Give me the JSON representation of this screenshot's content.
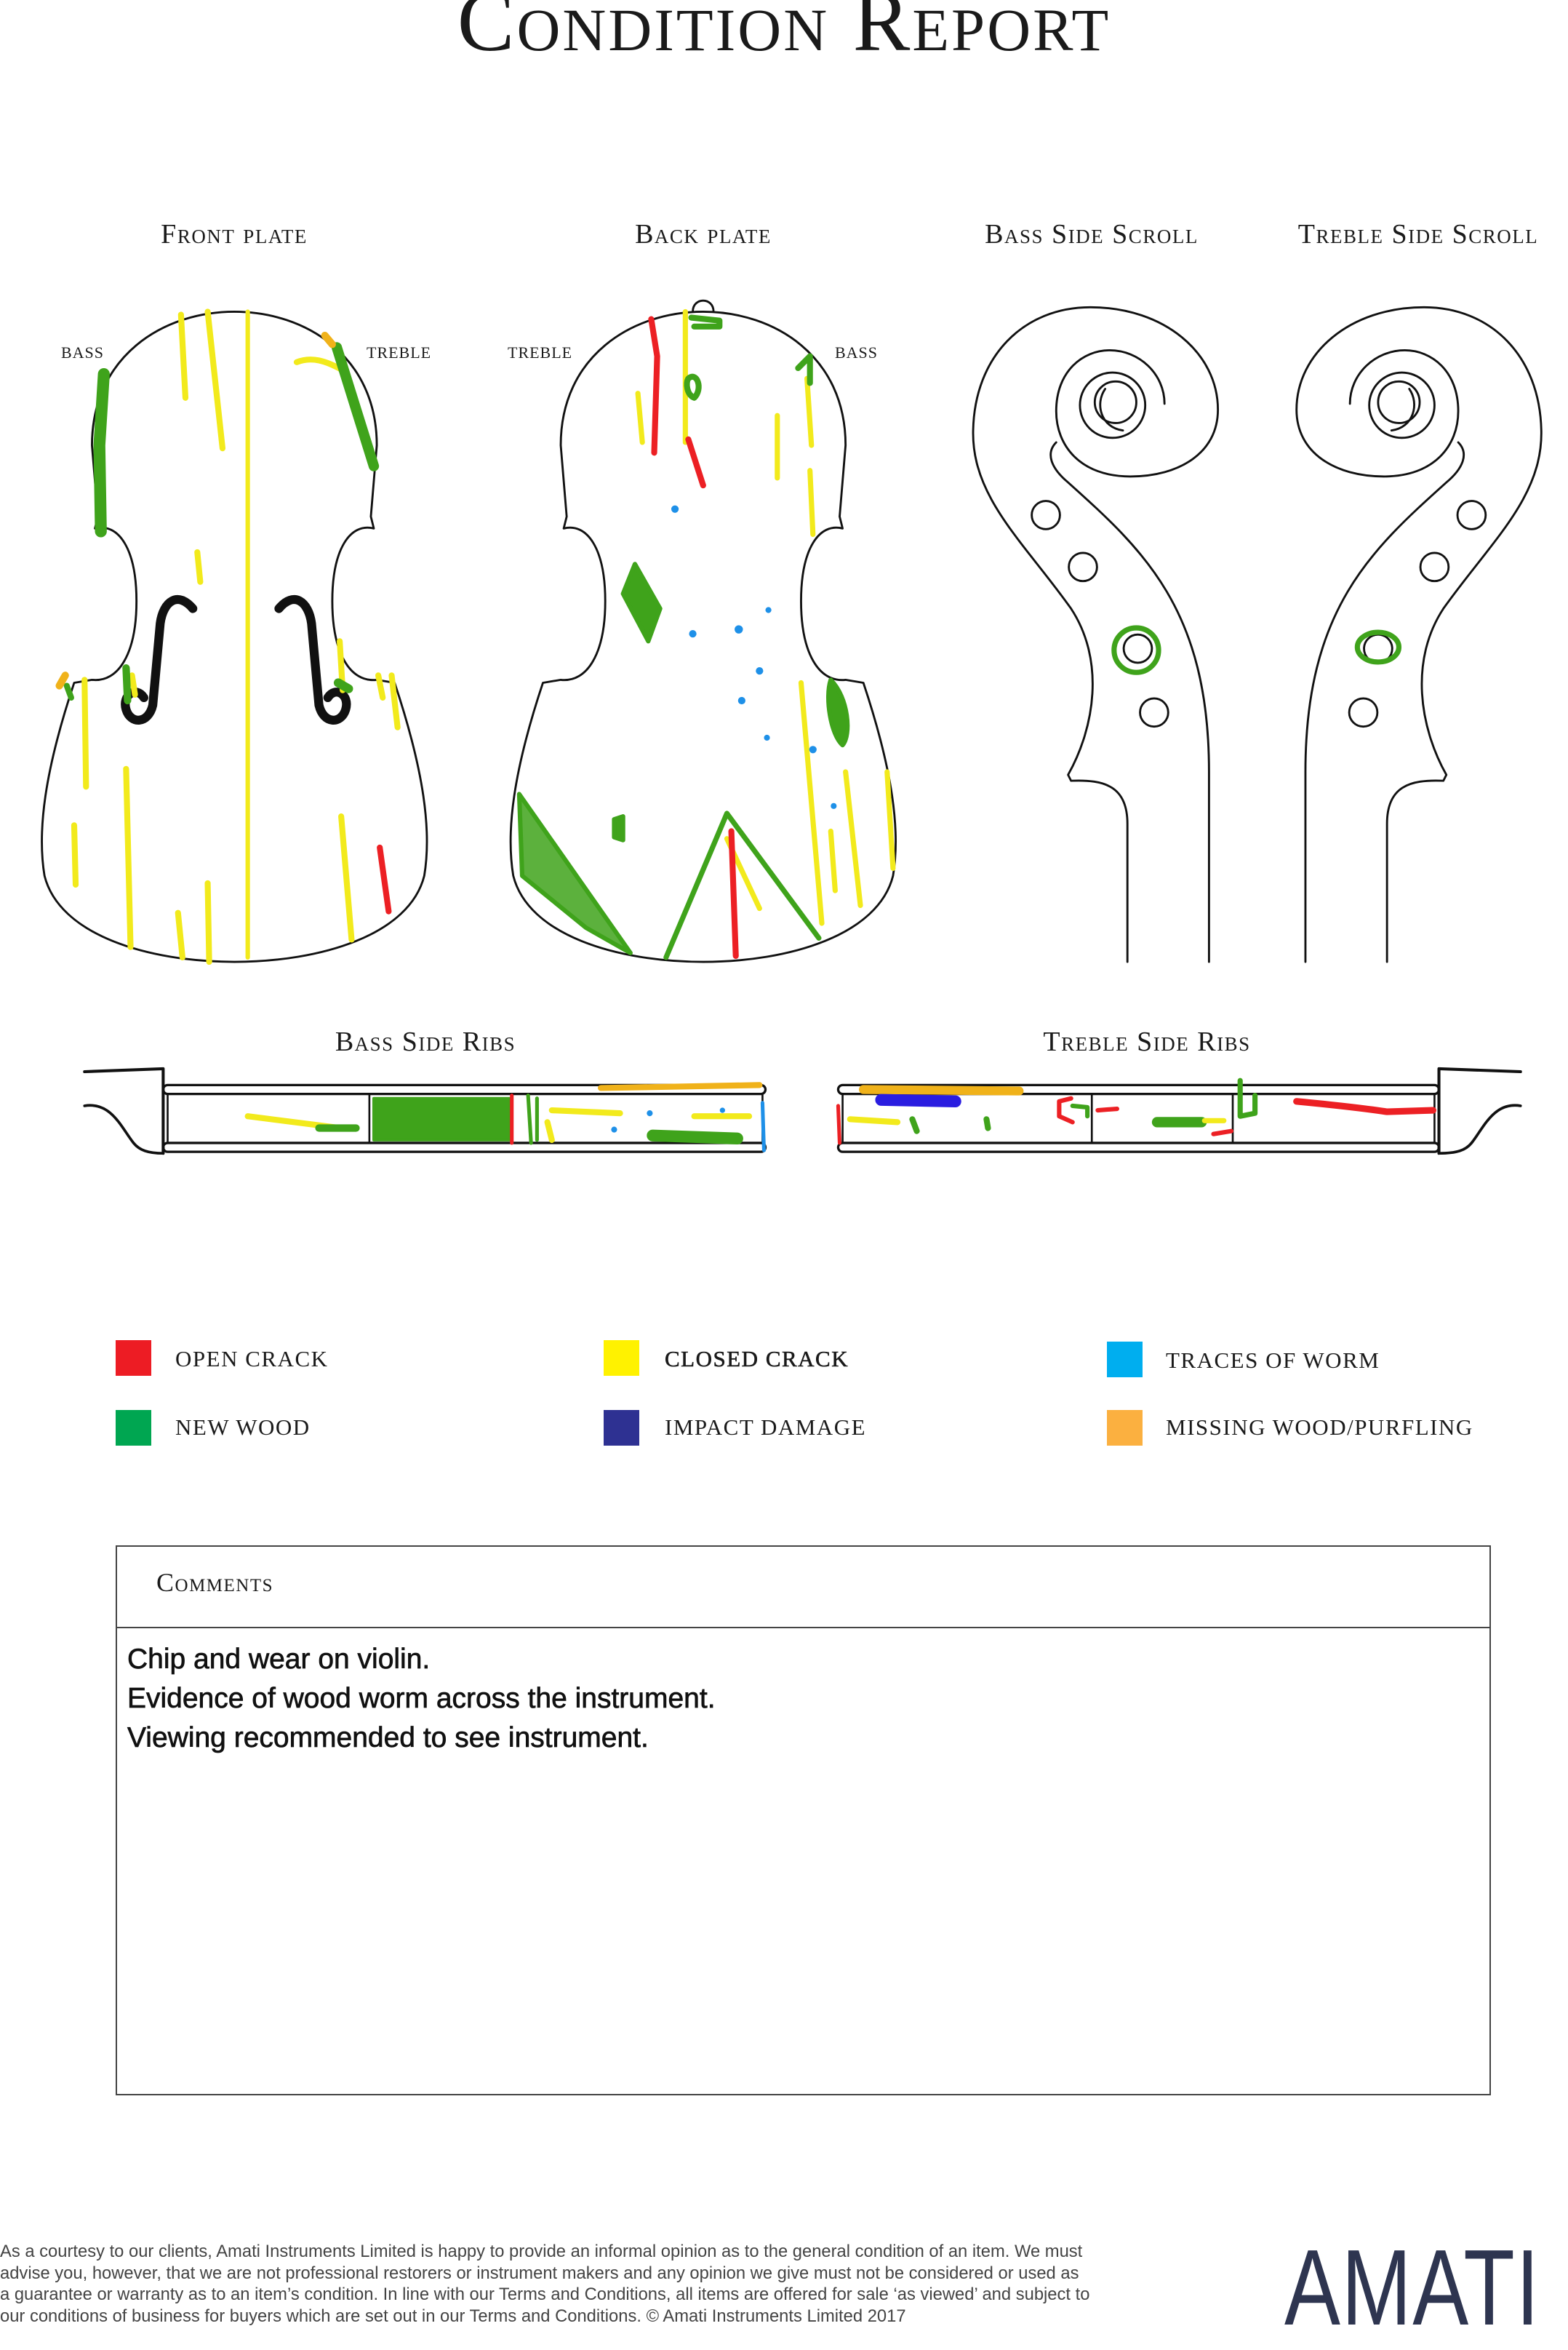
{
  "title": "Condition Report",
  "sections": {
    "front_plate": "Front plate",
    "back_plate": "Back plate",
    "bass_side_scroll": "Bass Side Scroll",
    "treble_side_scroll": "Treble Side Scroll",
    "bass_side_ribs": "Bass Side Ribs",
    "treble_side_ribs": "Treble Side Ribs"
  },
  "side_labels": {
    "front_left": "BASS",
    "front_right": "TREBLE",
    "back_left": "TREBLE",
    "back_right": "BASS"
  },
  "legend": [
    {
      "label": "OPEN CRACK",
      "color": "#ed1c24"
    },
    {
      "label": "CLOSED CRACK",
      "color": "#fff200"
    },
    {
      "label": "TRACES OF WORM",
      "color": "#00aeef"
    },
    {
      "label": "NEW WOOD",
      "color": "#00a651"
    },
    {
      "label": "IMPACT DAMAGE",
      "color": "#2e3192"
    },
    {
      "label": "MISSING WOOD/PURFLING",
      "color": "#fbb040"
    }
  ],
  "comments": {
    "heading": "Comments",
    "lines": [
      "Chip and wear on violin.",
      "Evidence of wood worm across the instrument.",
      "Viewing recommended to see instrument."
    ]
  },
  "footer": {
    "lines": [
      "As a courtesy to our clients, Amati Instruments Limited is happy to provide an informal opinion as to the general condition of an item. We must",
      "advise you, however, that we are not professional restorers or instrument makers and any opinion we give must not be considered or used as",
      "a guarantee or warranty as to an item’s condition. In line with our Terms and Conditions, all items are offered for sale ‘as viewed’ and subject to",
      "our conditions of business for buyers which are set out in our Terms and Conditions. © Amati Instruments Limited 2017"
    ],
    "logo": "AMATI"
  },
  "mark_colors": {
    "open_crack": "#ec2024",
    "closed_crack": "#f2ea1c",
    "new_wood": "#3fa31b",
    "worm": "#1e90e8",
    "impact": "#2a1de0",
    "missing": "#f0b21a"
  }
}
